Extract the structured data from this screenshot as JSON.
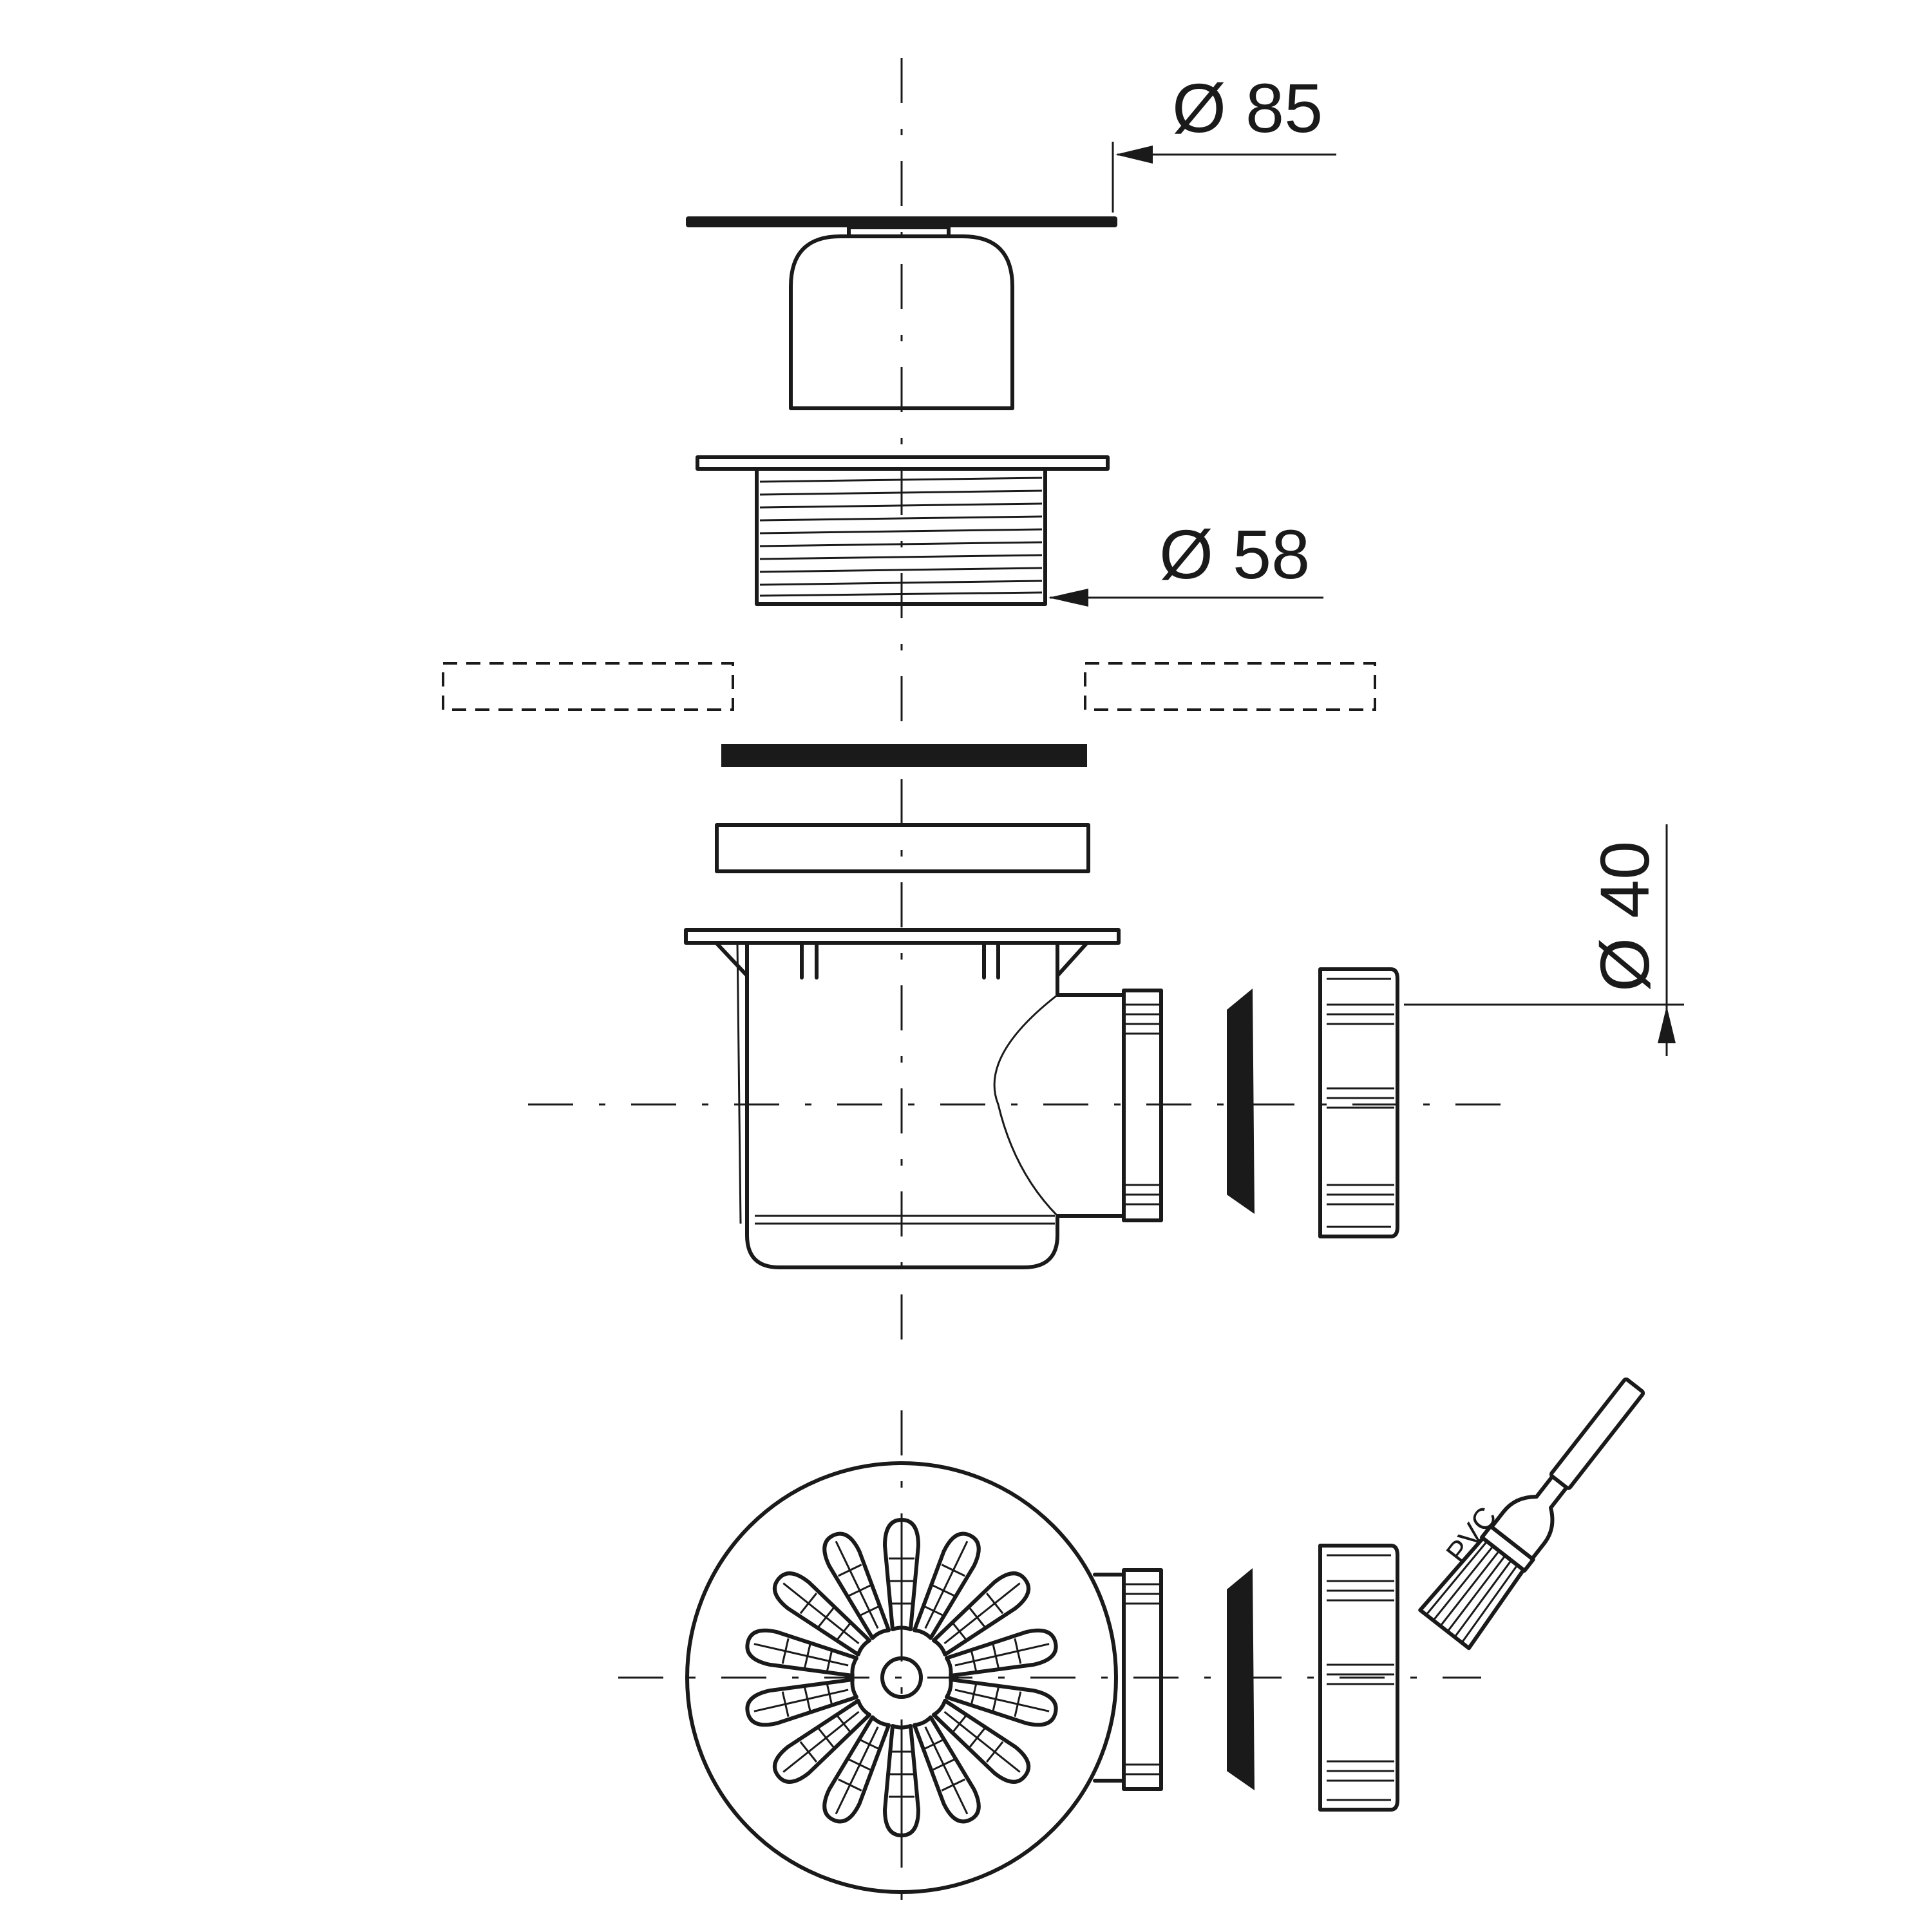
{
  "dimensions": {
    "top_plate_diameter": "Ø 85",
    "thread_diameter": "Ø 58",
    "outlet_diameter": "Ø 40"
  },
  "tool": {
    "brush_label": "PVC"
  },
  "colors": {
    "line": "#1a1a1a",
    "background": "#ffffff"
  }
}
